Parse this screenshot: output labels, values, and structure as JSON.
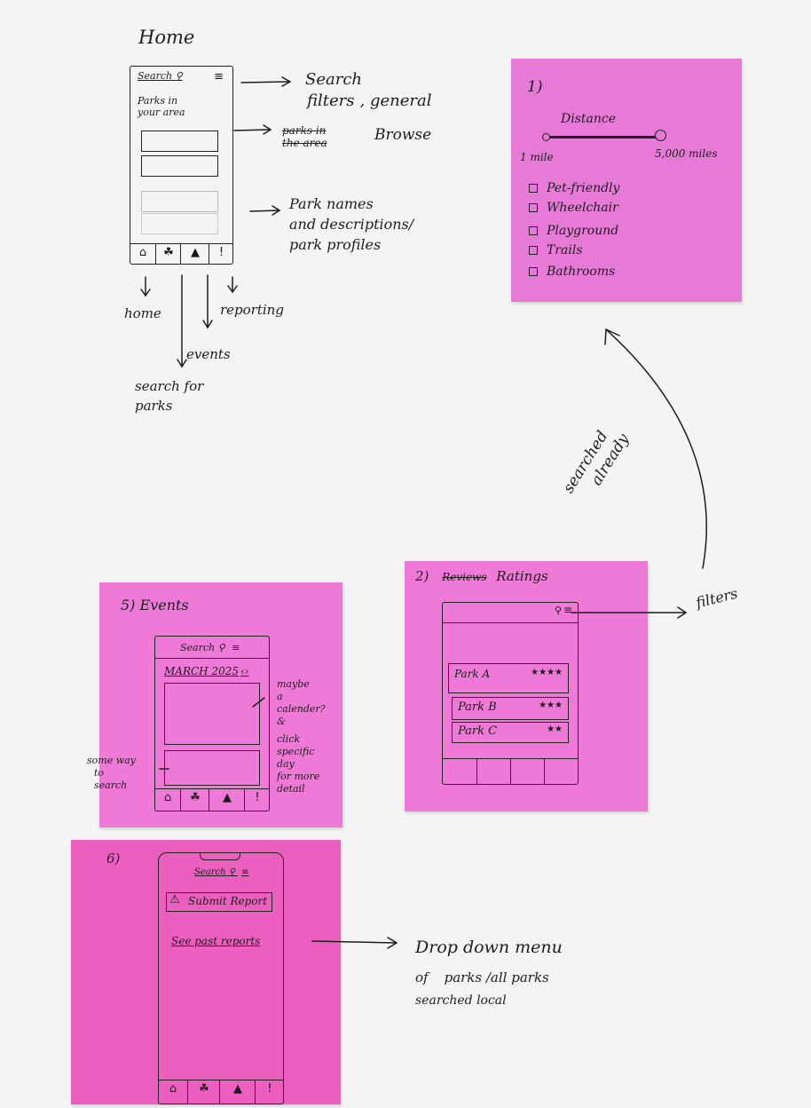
{
  "home": {
    "title": "Home",
    "search_label": "Search",
    "parks_label_1": "Parks in",
    "parks_label_2": "your area",
    "annotations": {
      "search_1": "Search",
      "search_2": "filters",
      "search_3": ", general",
      "browse_strike_1": "parks in",
      "browse_strike_2": "the area",
      "browse": "Browse",
      "park_names_1": "Park names",
      "park_names_2": "and descriptions/",
      "park_names_3": "park profiles",
      "home": "home",
      "reporting": "reporting",
      "events": "events",
      "search_for_1": "search for",
      "search_for_2": "parks"
    }
  },
  "filters_note": {
    "number": "1)",
    "distance_label": "Distance",
    "min_label": "1 mile",
    "max_label": "5,000 miles",
    "options": [
      "Pet-friendly",
      "Wheelchair",
      "Playground",
      "Trails",
      "Bathrooms"
    ]
  },
  "ratings_note": {
    "number": "2)",
    "title_strike": "Reviews",
    "title": "Ratings",
    "rows": [
      "Park A",
      "Park B",
      "Park C"
    ],
    "filters_label": "filters",
    "searched_1": "searched",
    "searched_2": "already"
  },
  "events_note": {
    "number": "5) Events",
    "search_label": "Search",
    "month": "MARCH 2025",
    "side_left_1": "some way",
    "side_left_2": "to",
    "side_left_3": "search",
    "side_right": [
      "maybe",
      "a",
      "calender?",
      "&",
      "click",
      "specific",
      "day",
      "for more",
      "detail"
    ]
  },
  "reports_note": {
    "number": "6)",
    "search_label": "Search",
    "submit_label": "Submit Report",
    "see_label": "See past reports",
    "dropdown_1": "Drop down menu",
    "dropdown_2": "of",
    "dropdown_3": "parks /all parks",
    "dropdown_4": "searched local"
  }
}
